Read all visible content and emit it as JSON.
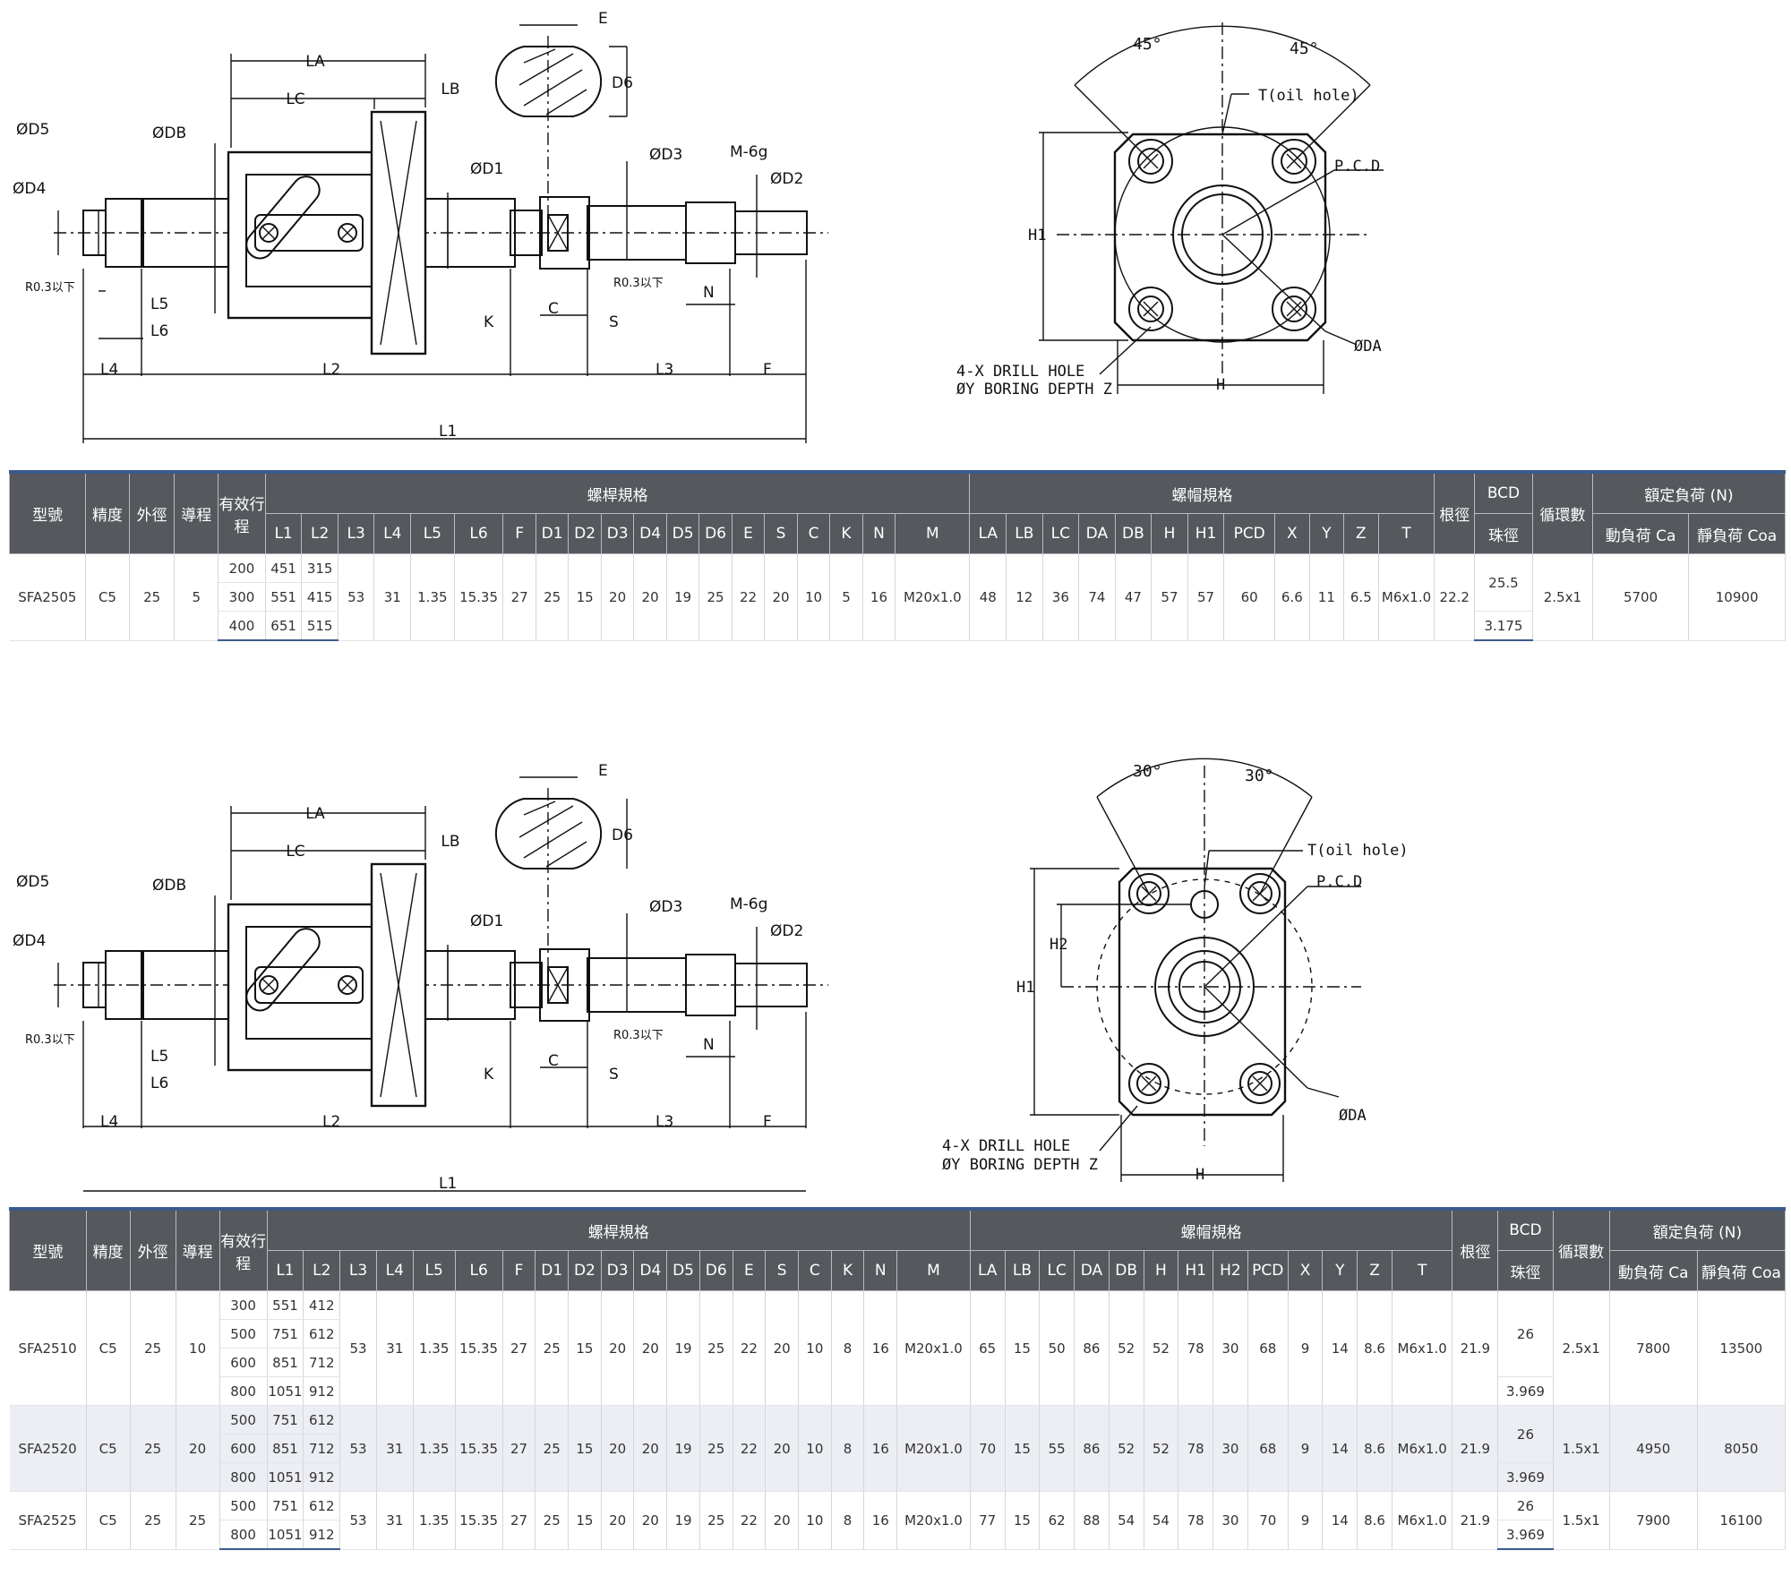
{
  "drawing": {
    "labels": [
      "LA",
      "LC",
      "LB",
      "ØD5",
      "ØDB",
      "ØD1",
      "ØD3",
      "M-6g",
      "ØD2",
      "ØD4",
      "R0.3以下",
      "L5",
      "L6",
      "K",
      "C",
      "S",
      "N",
      "L4",
      "L2",
      "L3",
      "F",
      "L1",
      "E",
      "D6"
    ],
    "flange1": {
      "angle_left": "45°",
      "angle_right": "45°",
      "oil_hole": "T(oil hole)",
      "pcd": "P.C.D",
      "h1": "H1",
      "h": "H",
      "da": "ØDA",
      "drill_1": "4-X DRILL HOLE",
      "drill_2": "ØY BORING DEPTH Z"
    },
    "flange2": {
      "angle_left": "30°",
      "angle_right": "30°",
      "oil_hole": "T(oil hole)",
      "pcd": "P.C.D",
      "h1": "H1",
      "h2": "H2",
      "h": "H",
      "da": "ØDA",
      "drill_1": "4-X DRILL HOLE",
      "drill_2": "ØY BORING DEPTH Z"
    }
  },
  "header": {
    "model": "型號",
    "accuracy": "精度",
    "od": "外徑",
    "lead": "導程",
    "stroke": "有效行程",
    "screw_group": "螺桿規格",
    "nut_group": "螺帽規格",
    "root": "根徑",
    "bcd": "BCD",
    "ball": "珠徑",
    "circuits": "循環數",
    "load_group": "額定負荷 (N)",
    "dyn": "動負荷 Ca",
    "stat": "靜負荷 Coa",
    "screw_cols": [
      "L1",
      "L2",
      "L3",
      "L4",
      "L5",
      "L6",
      "F",
      "D1",
      "D2",
      "D3",
      "D4",
      "D5",
      "D6",
      "E",
      "S",
      "C",
      "K",
      "N",
      "M"
    ],
    "nut_cols_1": [
      "LA",
      "LB",
      "LC",
      "DA",
      "DB",
      "H",
      "H1",
      "PCD",
      "X",
      "Y",
      "Z",
      "T"
    ],
    "nut_cols_2": [
      "LA",
      "LB",
      "LC",
      "DA",
      "DB",
      "H",
      "H1",
      "H2",
      "PCD",
      "X",
      "Y",
      "Z",
      "T"
    ]
  },
  "table1": [
    {
      "model": "SFA2505",
      "acc": "C5",
      "od": "25",
      "lead": "5",
      "strokes": [
        [
          "200",
          "451",
          "315"
        ],
        [
          "300",
          "551",
          "415"
        ],
        [
          "400",
          "651",
          "515"
        ]
      ],
      "common": [
        "53",
        "31",
        "1.35",
        "15.35",
        "27",
        "25",
        "15",
        "20",
        "20",
        "19",
        "25",
        "22",
        "20",
        "10",
        "5",
        "16",
        "M20x1.0"
      ],
      "nut": [
        "48",
        "12",
        "36",
        "74",
        "47",
        "57",
        "57",
        "60",
        "6.6",
        "11",
        "6.5",
        "M6x1.0"
      ],
      "root": "22.2",
      "bcd": "25.5",
      "ball": "3.175",
      "circ": "2.5x1",
      "ca": "5700",
      "coa": "10900"
    }
  ],
  "table2": [
    {
      "model": "SFA2510",
      "acc": "C5",
      "od": "25",
      "lead": "10",
      "strokes": [
        [
          "300",
          "551",
          "412"
        ],
        [
          "500",
          "751",
          "612"
        ],
        [
          "600",
          "851",
          "712"
        ],
        [
          "800",
          "1051",
          "912"
        ]
      ],
      "common": [
        "53",
        "31",
        "1.35",
        "15.35",
        "27",
        "25",
        "15",
        "20",
        "20",
        "19",
        "25",
        "22",
        "20",
        "10",
        "8",
        "16",
        "M20x1.0"
      ],
      "nut": [
        "65",
        "15",
        "50",
        "86",
        "52",
        "52",
        "78",
        "30",
        "68",
        "9",
        "14",
        "8.6",
        "M6x1.0"
      ],
      "root": "21.9",
      "bcd": "26",
      "ball": "3.969",
      "circ": "2.5x1",
      "ca": "7800",
      "coa": "13500"
    },
    {
      "model": "SFA2520",
      "acc": "C5",
      "od": "25",
      "lead": "20",
      "strokes": [
        [
          "500",
          "751",
          "612"
        ],
        [
          "600",
          "851",
          "712"
        ],
        [
          "800",
          "1051",
          "912"
        ]
      ],
      "common": [
        "53",
        "31",
        "1.35",
        "15.35",
        "27",
        "25",
        "15",
        "20",
        "20",
        "19",
        "25",
        "22",
        "20",
        "10",
        "8",
        "16",
        "M20x1.0"
      ],
      "nut": [
        "70",
        "15",
        "55",
        "86",
        "52",
        "52",
        "78",
        "30",
        "68",
        "9",
        "14",
        "8.6",
        "M6x1.0"
      ],
      "root": "21.9",
      "bcd": "26",
      "ball": "3.969",
      "circ": "1.5x1",
      "ca": "4950",
      "coa": "8050"
    },
    {
      "model": "SFA2525",
      "acc": "C5",
      "od": "25",
      "lead": "25",
      "strokes": [
        [
          "500",
          "751",
          "612"
        ],
        [
          "800",
          "1051",
          "912"
        ]
      ],
      "common": [
        "53",
        "31",
        "1.35",
        "15.35",
        "27",
        "25",
        "15",
        "20",
        "20",
        "19",
        "25",
        "22",
        "20",
        "10",
        "8",
        "16",
        "M20x1.0"
      ],
      "nut": [
        "77",
        "15",
        "62",
        "88",
        "54",
        "54",
        "78",
        "30",
        "70",
        "9",
        "14",
        "8.6",
        "M6x1.0"
      ],
      "root": "21.9",
      "bcd": "26",
      "ball": "3.969",
      "circ": "1.5x1",
      "ca": "7900",
      "coa": "16100"
    }
  ]
}
